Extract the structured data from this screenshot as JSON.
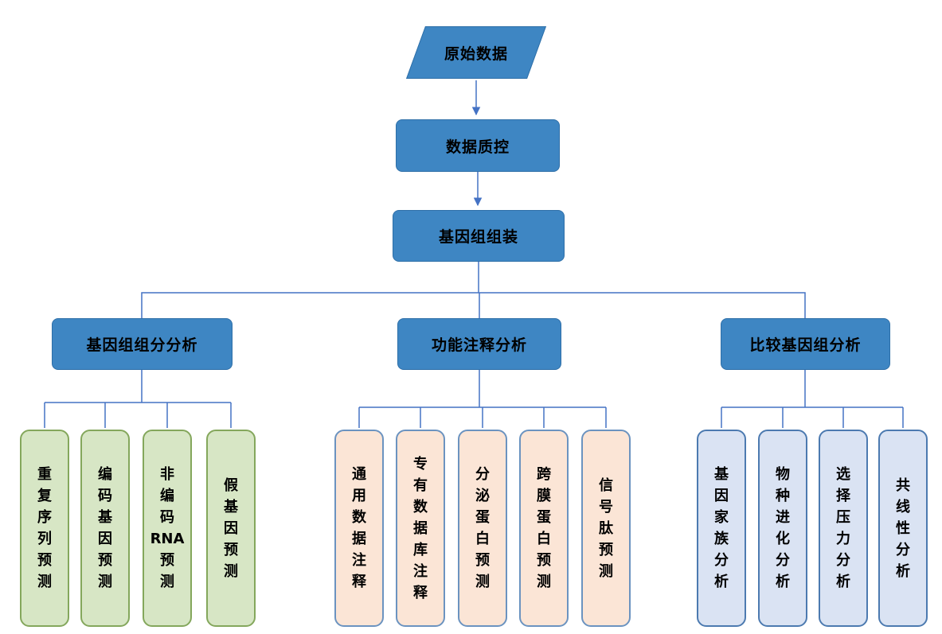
{
  "diagram": {
    "type": "flowchart",
    "nodes": {
      "raw_data": "原始数据",
      "qc": "数据质控",
      "assembly": "基因组组装"
    },
    "branches": [
      {
        "label": "基因组组分分析",
        "children": [
          "重\n复\n序\n列\n预\n测",
          "编\n码\n基\n因\n预\n测",
          "非\n编\n码\nRNA\n预\n测",
          "假\n基\n因\n预\n测"
        ]
      },
      {
        "label": "功能注释分析",
        "children": [
          "通\n用\n数\n据\n注\n释",
          "专\n有\n数\n据\n库\n注\n释",
          "分\n泌\n蛋\n白\n预\n测",
          "跨\n膜\n蛋\n白\n预\n测",
          "信\n号\n肽\n预\n测"
        ]
      },
      {
        "label": "比较基因组分析",
        "children": [
          "基\n因\n家\n族\n分\n析",
          "物\n种\n进\n化\n分\n析",
          "选\n择\n压\n力\n分\n析",
          "共\n线\n性\n分\n析"
        ]
      }
    ],
    "colors": {
      "node-fill": "#3e86c3",
      "node-border": "#2e6fa8",
      "connector": "#4472c4",
      "green-fill": "#d7e6c5",
      "green-border": "#84a75c",
      "peach-fill": "#fbe5d6",
      "peach-border": "#6b93c0",
      "lightblue-fill": "#dae3f3",
      "lightblue-border": "#4c7ab0",
      "text": "#000000"
    }
  }
}
